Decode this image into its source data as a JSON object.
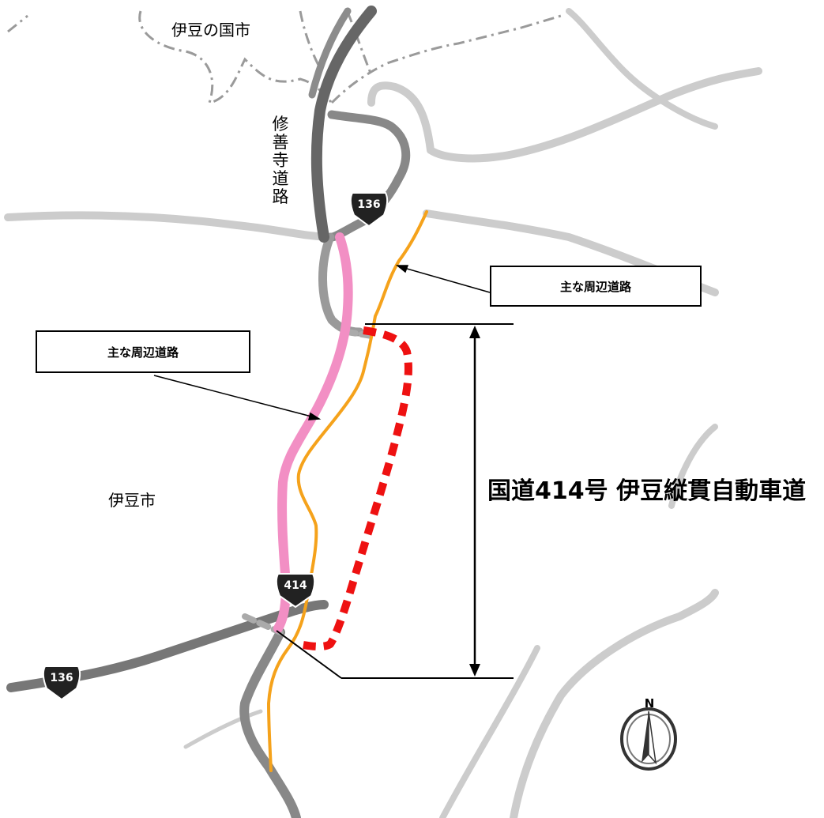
{
  "labels": {
    "city_north": "伊豆の国市",
    "city_west": "伊豆市",
    "shuzenji_road": "修善寺道路",
    "project": "国道414号 伊豆縦貫自動車道"
  },
  "callouts": [
    {
      "text": "主な周辺道路"
    },
    {
      "text": "主な周辺道路"
    }
  ],
  "shields": [
    {
      "route": "136"
    },
    {
      "route": "136"
    },
    {
      "route": "414"
    }
  ],
  "north_arrow": {
    "letter": "N",
    "icon": "north-arrow-icon"
  },
  "colors": {
    "pink_road": "#f28fc4",
    "orange_road": "#f5a21b",
    "planned_route": "#ee1111",
    "main_road": "#777777",
    "minor_road": "#cccccc",
    "boundary": "#9a9a9a"
  }
}
